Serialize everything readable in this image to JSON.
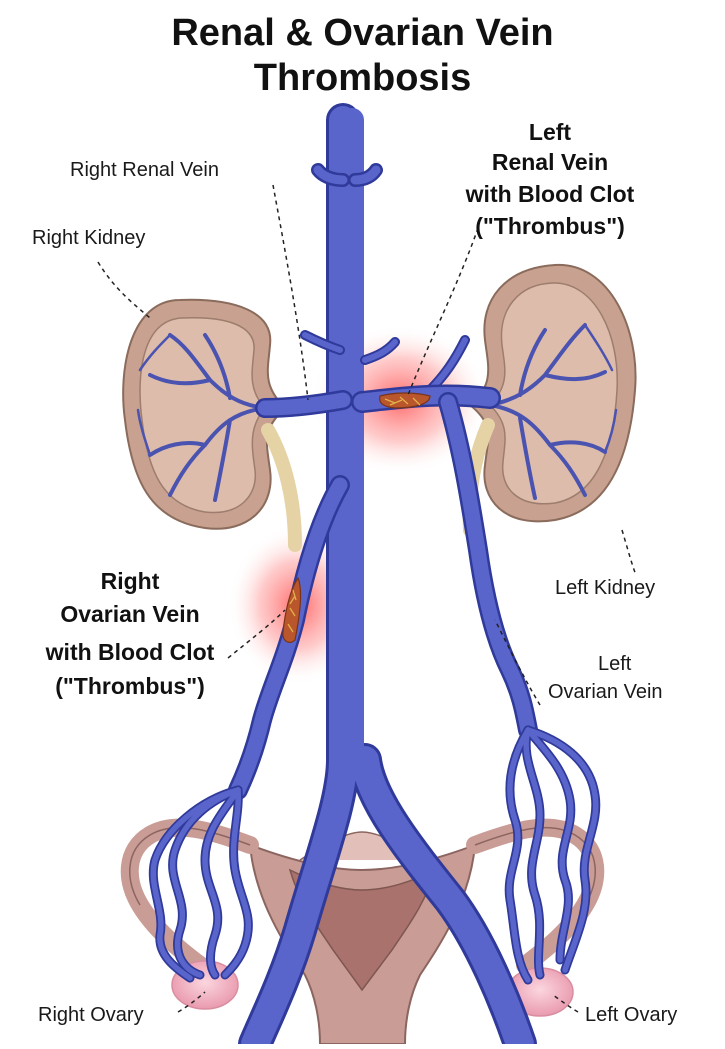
{
  "title": {
    "line1": "Renal & Ovarian Vein",
    "line2": "Thrombosis"
  },
  "labels": {
    "right_renal_vein": "Right Renal Vein",
    "right_kidney": "Right Kidney",
    "left_kidney": "Left Kidney",
    "left_ovarian_vein_line1": "Left",
    "left_ovarian_vein_line2": "Ovarian Vein",
    "right_ovary": "Right Ovary",
    "left_ovary": "Left Ovary"
  },
  "callouts": {
    "left_renal_clot": [
      "Left",
      "Renal Vein",
      "with Blood Clot",
      "(\"Thrombus\")"
    ],
    "right_ovarian_clot": [
      "Right",
      "Ovarian Vein",
      "with Blood Clot",
      "(\"Thrombus\")"
    ]
  },
  "colors": {
    "vein": "#5560c8",
    "vein_dark": "#2f3a9a",
    "kidney": "#c9a38f",
    "kidney_cortex": "#a98a78",
    "clot_glow": "#ff4b4b",
    "clot": "#b8502a",
    "uterus": "#caa09a",
    "ovary": "#f2b3c2"
  }
}
